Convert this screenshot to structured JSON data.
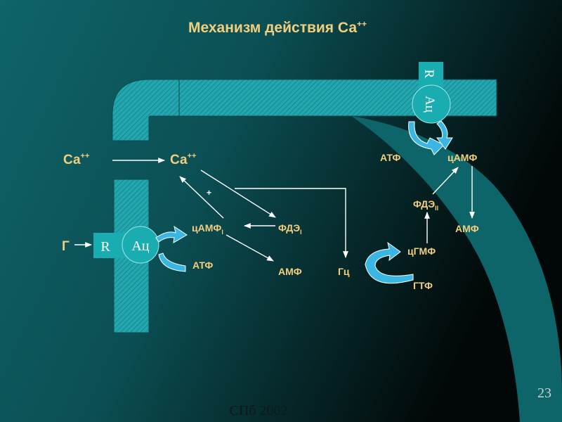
{
  "title": {
    "main": "Механизм действия Са",
    "sup": "++"
  },
  "left": {
    "ca_out": {
      "main": "Са",
      "sup": "++"
    },
    "ca_in": {
      "main": "Са",
      "sup": "++"
    },
    "hormone": "Г",
    "receptor": "R",
    "ac": "Ац",
    "camp1": {
      "main": "цАМФ",
      "sub": "I"
    },
    "pde1": {
      "main": "ФДЭ",
      "sub": "I"
    },
    "atp": "АТФ",
    "amp": "АМФ",
    "gc": "Гц",
    "plus": "+"
  },
  "right": {
    "receptor": "R",
    "ac": "Ац",
    "atp": "АТФ",
    "camp": "цАМФ",
    "pde2": {
      "main": "ФДЭ",
      "sub": "II"
    },
    "amp": "АМФ",
    "cgmp": "цГМФ",
    "gtp": "ГТФ"
  },
  "footer": "СПб 2002",
  "slide_number": "23",
  "colors": {
    "label": "#f2cf7c",
    "membrane": "#26a8b0",
    "arrow": "#39b6e3",
    "node": "#19adb2",
    "background_teal": "#0d5b60",
    "background_dark": "#020707"
  }
}
